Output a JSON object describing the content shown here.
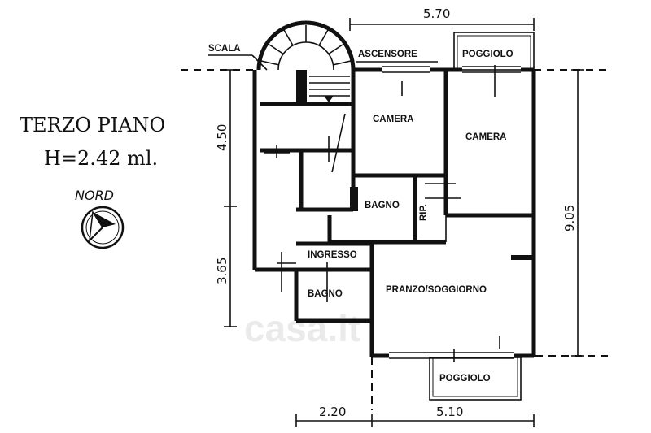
{
  "title": {
    "floor": "TERZO PIANO",
    "height": "H=2.42 ml."
  },
  "compass": {
    "label": "NORD",
    "icon": "north-arrow-icon"
  },
  "rooms": {
    "scala": "SCALA",
    "ascensore": "ASCENSORE",
    "poggiolo_top": "POGGIOLO",
    "camera_1": "CAMERA",
    "camera_2": "CAMERA",
    "bagno_1": "BAGNO",
    "ripostiglio": "RIP.",
    "ingresso": "INGRESSO",
    "bagno_2": "BAGNO",
    "pranzo_soggiorno": "PRANZO/SOGGIORNO",
    "poggiolo_bottom": "POGGIOLO"
  },
  "dimensions": {
    "top_width": "5.70",
    "left_upper": "4.50",
    "left_lower": "3.65",
    "right_height": "9.05",
    "bottom_left": "2.20",
    "bottom_right": "5.10"
  },
  "watermark": "casa.it",
  "colors": {
    "ink": "#111111",
    "paper": "#ffffff"
  }
}
